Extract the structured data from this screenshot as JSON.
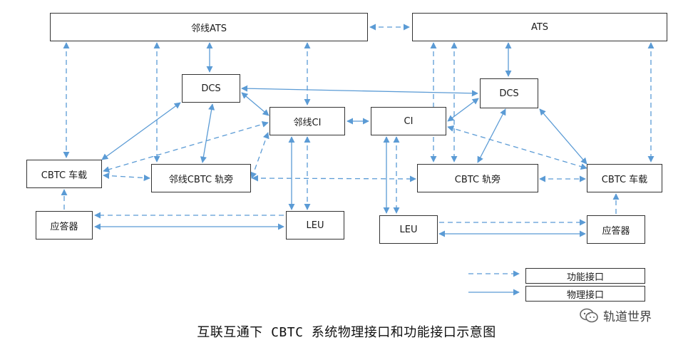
{
  "nodes": {
    "ats_neighbor": "邻线ATS",
    "ats": "ATS",
    "dcs_neighbor": "DCS",
    "dcs": "DCS",
    "ci_neighbor": "邻线CI",
    "ci": "CI",
    "cbtc_onboard_left": "CBTC 车载",
    "cbtc_wayside_neighbor": "邻线CBTC 轨旁",
    "cbtc_wayside": "CBTC 轨旁",
    "cbtc_onboard_right": "CBTC 车载",
    "balise_left": "应答器",
    "leu_left": "LEU",
    "leu_right": "LEU",
    "balise_right": "应答器"
  },
  "legend": {
    "functional": "功能接口",
    "physical": "物理接口"
  },
  "caption": "互联互通下 CBTC 系统物理接口和功能接口示意图",
  "watermark": "轨道世界",
  "colors": {
    "line": "#5b9bd5",
    "border": "#333333"
  },
  "icons": {
    "watermark": "wechat-icon"
  }
}
